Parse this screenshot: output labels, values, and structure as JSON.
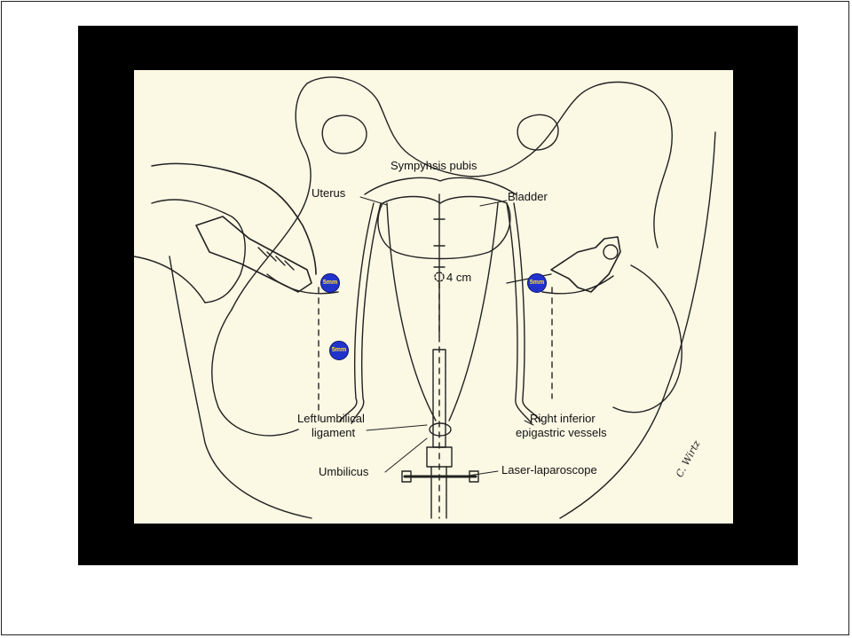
{
  "figure": {
    "labels": {
      "symphysis_pubis": "Sympyhsis pubis",
      "uterus": "Uterus",
      "bladder": "Bladder",
      "distance": "4 cm",
      "left_umbilical_line1": "Left umbilical",
      "left_umbilical_line2": "ligament",
      "right_inferior_line1": "Right inferior",
      "right_inferior_line2": "epigastric vessels",
      "umbilicus": "Umbilicus",
      "laser_laparoscope": "Laser-laparoscope"
    },
    "port_badges": [
      "5mm",
      "5mm",
      "5mm"
    ],
    "signature": "C. Wirtz"
  },
  "colors": {
    "background": "#ffffff",
    "panel": "#000000",
    "figure_bg": "#fbf8e4",
    "badge": "#2233cc",
    "badge_text": "#ffe030"
  }
}
